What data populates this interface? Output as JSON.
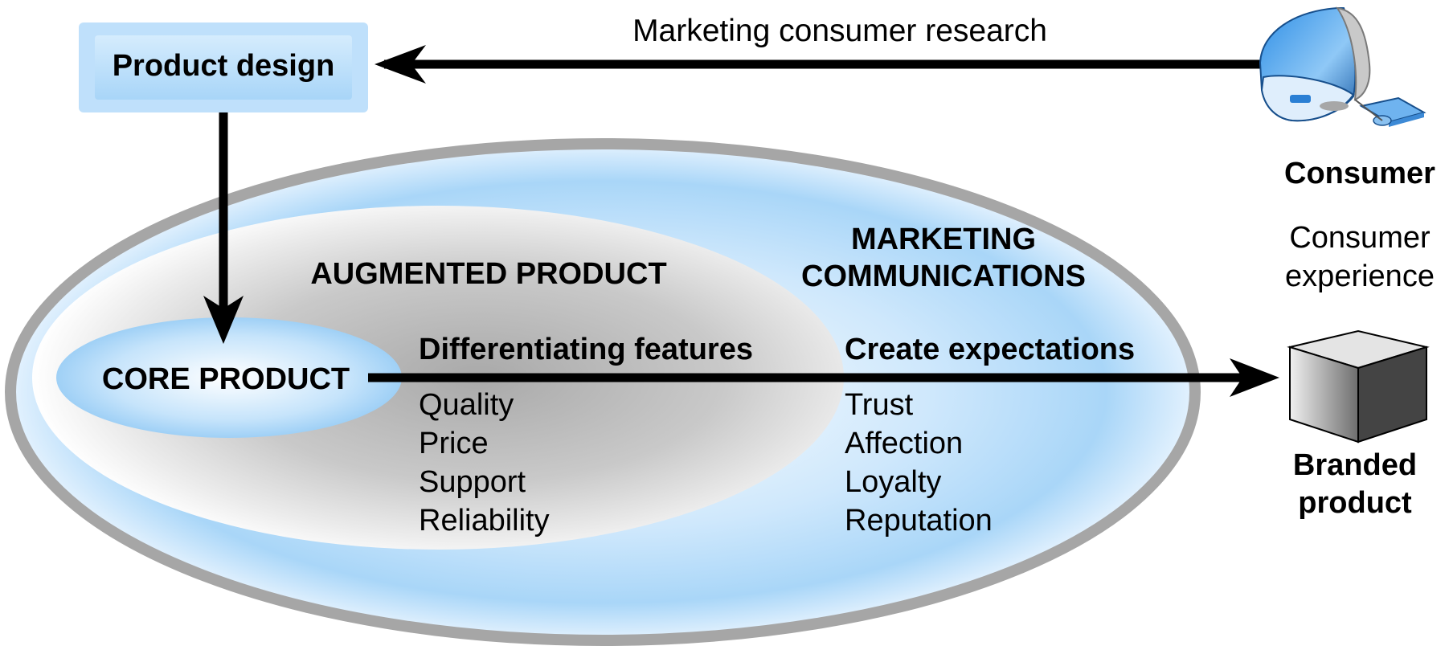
{
  "colors": {
    "outer_ring": "#a6a6a6",
    "blue_light": "#f2f8ff",
    "blue_mid": "#b3dcfa",
    "gray_mid": "#bcbcbc",
    "arrow": "#000000",
    "box_fill": "#bde0fb"
  },
  "research": {
    "label": "Marketing consumer research"
  },
  "product_design": {
    "label": "Product design"
  },
  "marketing": {
    "line1": "MARKETING",
    "line2": "COMMUNICATIONS",
    "heading": "Create expectations",
    "items": [
      "Trust",
      "Affection",
      "Loyalty",
      "Reputation"
    ]
  },
  "augmented": {
    "title": "AUGMENTED PRODUCT",
    "heading": "Differentiating features",
    "items": [
      "Quality",
      "Price",
      "Support",
      "Reliability"
    ]
  },
  "core": {
    "label": "CORE PRODUCT"
  },
  "consumer": {
    "icon": "computer-icon",
    "label": "Consumer",
    "experience_line1": "Consumer",
    "experience_line2": "experience"
  },
  "branded": {
    "icon": "cube-icon",
    "line1": "Branded",
    "line2": "product"
  }
}
